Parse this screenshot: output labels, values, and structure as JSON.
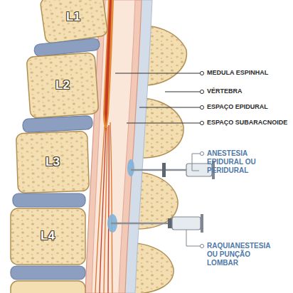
{
  "diagram": {
    "labels": [
      "L1",
      "L2",
      "L3",
      "L4",
      "MEDULA ESPINHAL",
      "VÉRTEBRA",
      "ESPAÇO EPIDURAL",
      "ESPAÇO SUBARACNOIDE",
      "ANESTESIA EPIDURAL OU PERIDURAL",
      "RAQUIANESTESIA OU PUNÇÃO LOMBAR"
    ]
  }
}
